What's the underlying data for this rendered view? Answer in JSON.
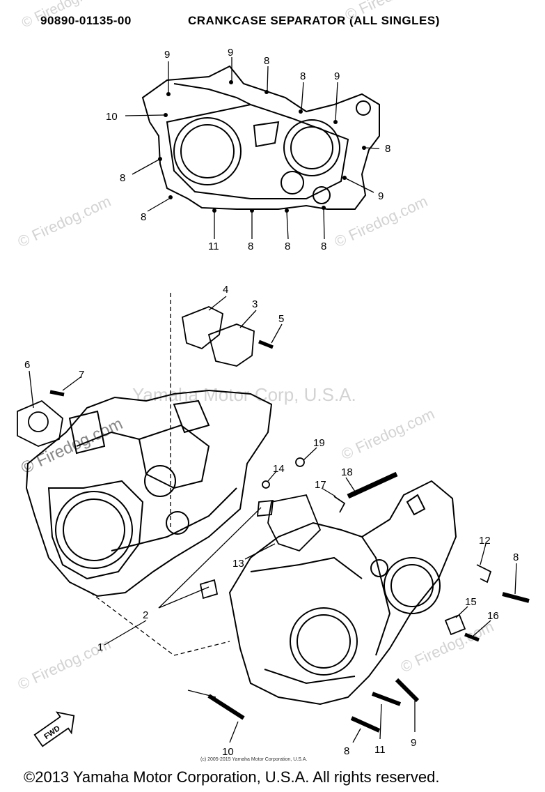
{
  "header": {
    "part_number": "90890-01135-00",
    "title": "CRANKCASE SEPARATOR (ALL SINGLES)"
  },
  "callouts": {
    "top": [
      "9",
      "9",
      "8",
      "8",
      "9",
      "10",
      "8",
      "8",
      "8",
      "9",
      "11",
      "8",
      "8",
      "8"
    ],
    "bottom": [
      "4",
      "3",
      "5",
      "6",
      "7",
      "19",
      "18",
      "17",
      "14",
      "13",
      "12",
      "8",
      "15",
      "16",
      "2",
      "1",
      "10",
      "8",
      "11",
      "9"
    ]
  },
  "watermarks": {
    "firedog": "© Firedog.com",
    "yamaha": "Yamaha Motor Corp, U.S.A."
  },
  "fwd_label": "FWD",
  "small_copyright": "(c) 2005-2015 Yamaha Motor Corporation, U.S.A.",
  "footer": "©2013 Yamaha Motor Corporation, U.S.A. All rights reserved."
}
